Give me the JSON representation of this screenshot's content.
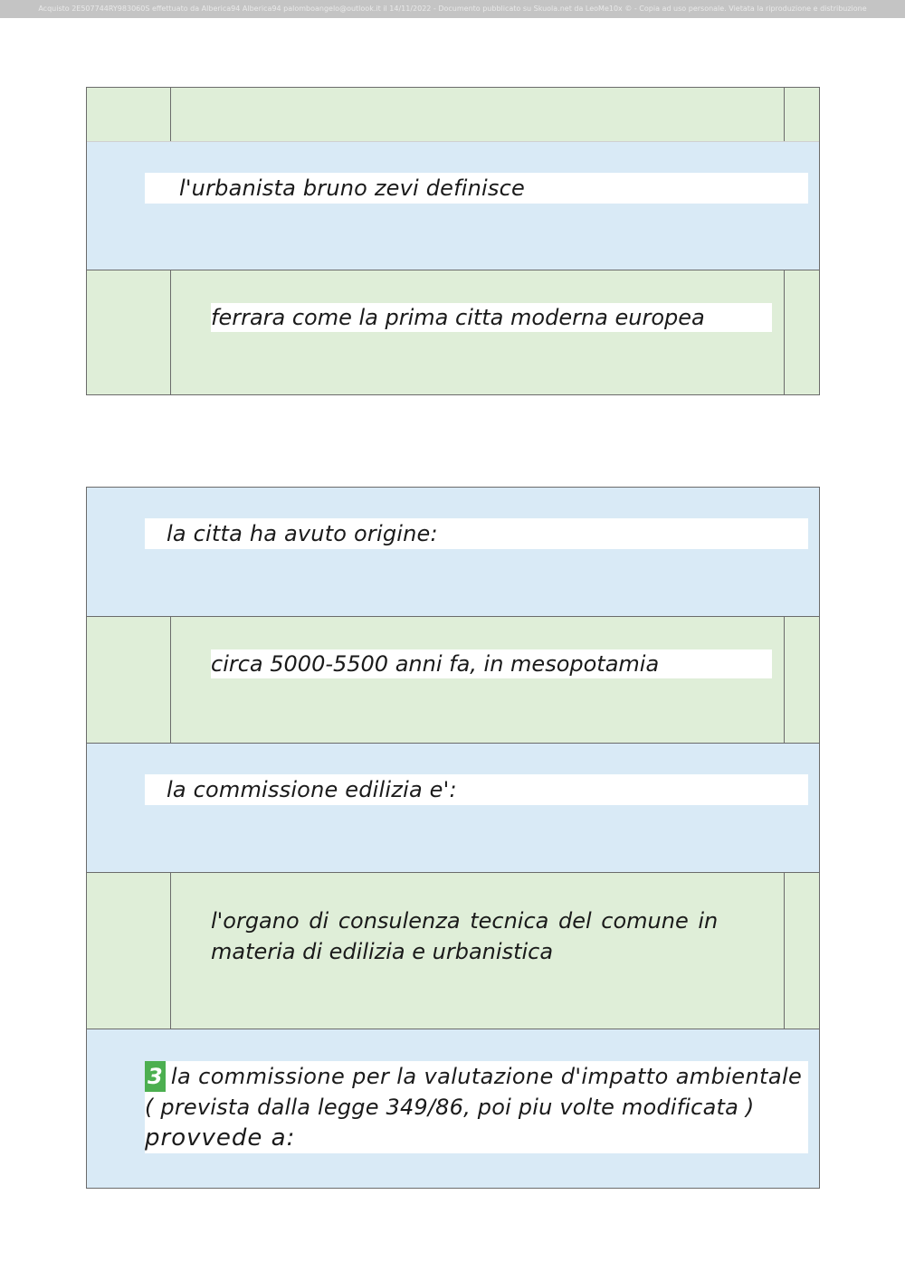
{
  "watermark": "Acquisto 2E507744RY983060S effettuato da Alberica94 Alberica94 palomboangelo@outlook.it il 14/11/2022 - Documento pubblicato su Skuola.net da LeoMe10x © - Copia ad uso personale. Vietata la riproduzione e distribuzione",
  "card1": {
    "question": "l'urbanista bruno zevi definisce",
    "answer": "ferrara come la prima citta moderna europea"
  },
  "card2": {
    "q1": "la citta ha avuto origine:",
    "a1": "circa 5000-5500 anni fa, in mesopotamia",
    "q2": "la commissione edilizia e':",
    "a2_line1": "l'organo di consulenza tecnica del comune in",
    "a2_line2": "materia di edilizia e urbanistica",
    "q3_number": "3",
    "q3_line1": "la commissione per la valutazione d'impatto ambientale",
    "q3_line2": "( prevista dalla legge 349/86, poi piu volte modificata )",
    "q3_line3": "provvede a:"
  }
}
